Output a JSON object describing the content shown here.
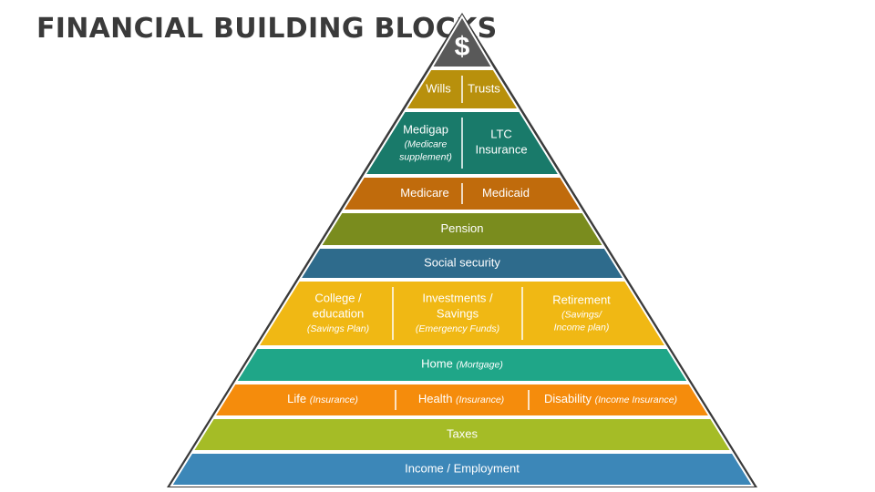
{
  "title": "FINANCIAL BUILDING BLOCKS",
  "apex": {
    "symbol": "$",
    "color": "#595959"
  },
  "tiers": [
    {
      "id": "wills-trusts",
      "color": "#b8900c",
      "cells": [
        {
          "label": "Wills"
        },
        {
          "label": "Trusts"
        }
      ]
    },
    {
      "id": "medigap-ltc",
      "color": "#197a6a",
      "cells": [
        {
          "label": "Medigap",
          "sub": "(Medicare supplement)"
        },
        {
          "label": "LTC Insurance"
        }
      ]
    },
    {
      "id": "medicare-medicaid",
      "color": "#c06b0c",
      "cells": [
        {
          "label": "Medicare"
        },
        {
          "label": "Medicaid"
        }
      ]
    },
    {
      "id": "pension",
      "color": "#7a8c1e",
      "cells": [
        {
          "label": "Pension"
        }
      ]
    },
    {
      "id": "social-security",
      "color": "#2e6b8c",
      "cells": [
        {
          "label": "Social security"
        }
      ]
    },
    {
      "id": "college-investments-retirement",
      "color": "#f0b814",
      "cells": [
        {
          "label": "College / education",
          "sub": "(Savings Plan)"
        },
        {
          "label": "Investments / Savings",
          "sub": "(Emergency Funds)"
        },
        {
          "label": "Retirement",
          "sub": "(Savings/ Income plan)"
        }
      ]
    },
    {
      "id": "home",
      "color": "#1fa688",
      "cells": [
        {
          "label": "Home",
          "inline_sub": "(Mortgage)"
        }
      ]
    },
    {
      "id": "life-health-disability",
      "color": "#f58c0c",
      "cells": [
        {
          "label": "Life",
          "inline_sub": "(Insurance)"
        },
        {
          "label": "Health",
          "inline_sub": "(Insurance)"
        },
        {
          "label": "Disability",
          "inline_sub": "(Income Insurance)"
        }
      ]
    },
    {
      "id": "taxes",
      "color": "#a5bc26",
      "cells": [
        {
          "label": "Taxes"
        }
      ]
    },
    {
      "id": "income-employment",
      "color": "#3c87b8",
      "cells": [
        {
          "label": "Income / Employment"
        }
      ]
    }
  ]
}
